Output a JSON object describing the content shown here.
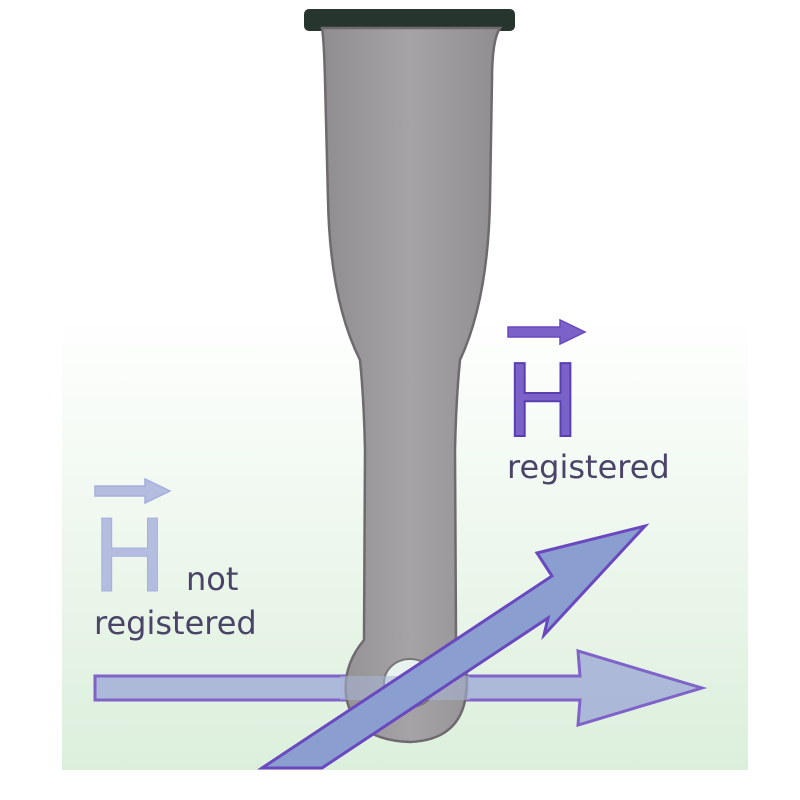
{
  "labels": {
    "registered_symbol": "H",
    "registered_text": "registered",
    "not_registered_symbol": "H",
    "not_registered_text_1": "not",
    "not_registered_text_2": "registered"
  },
  "colors": {
    "background_top": "#ffffff",
    "background_bottom": "#dcefdc",
    "handle": "#9b999b",
    "handle_outline": "#6f6a6f",
    "cap": "#26362f",
    "arrow_fill": "#8a9fcf",
    "arrow_fill_light": "#aab6d8",
    "arrow_stroke": "#6a48c0",
    "symbol_strong": "#7a62c8",
    "symbol_light": "#b4bde0",
    "text": "#4a4468"
  }
}
